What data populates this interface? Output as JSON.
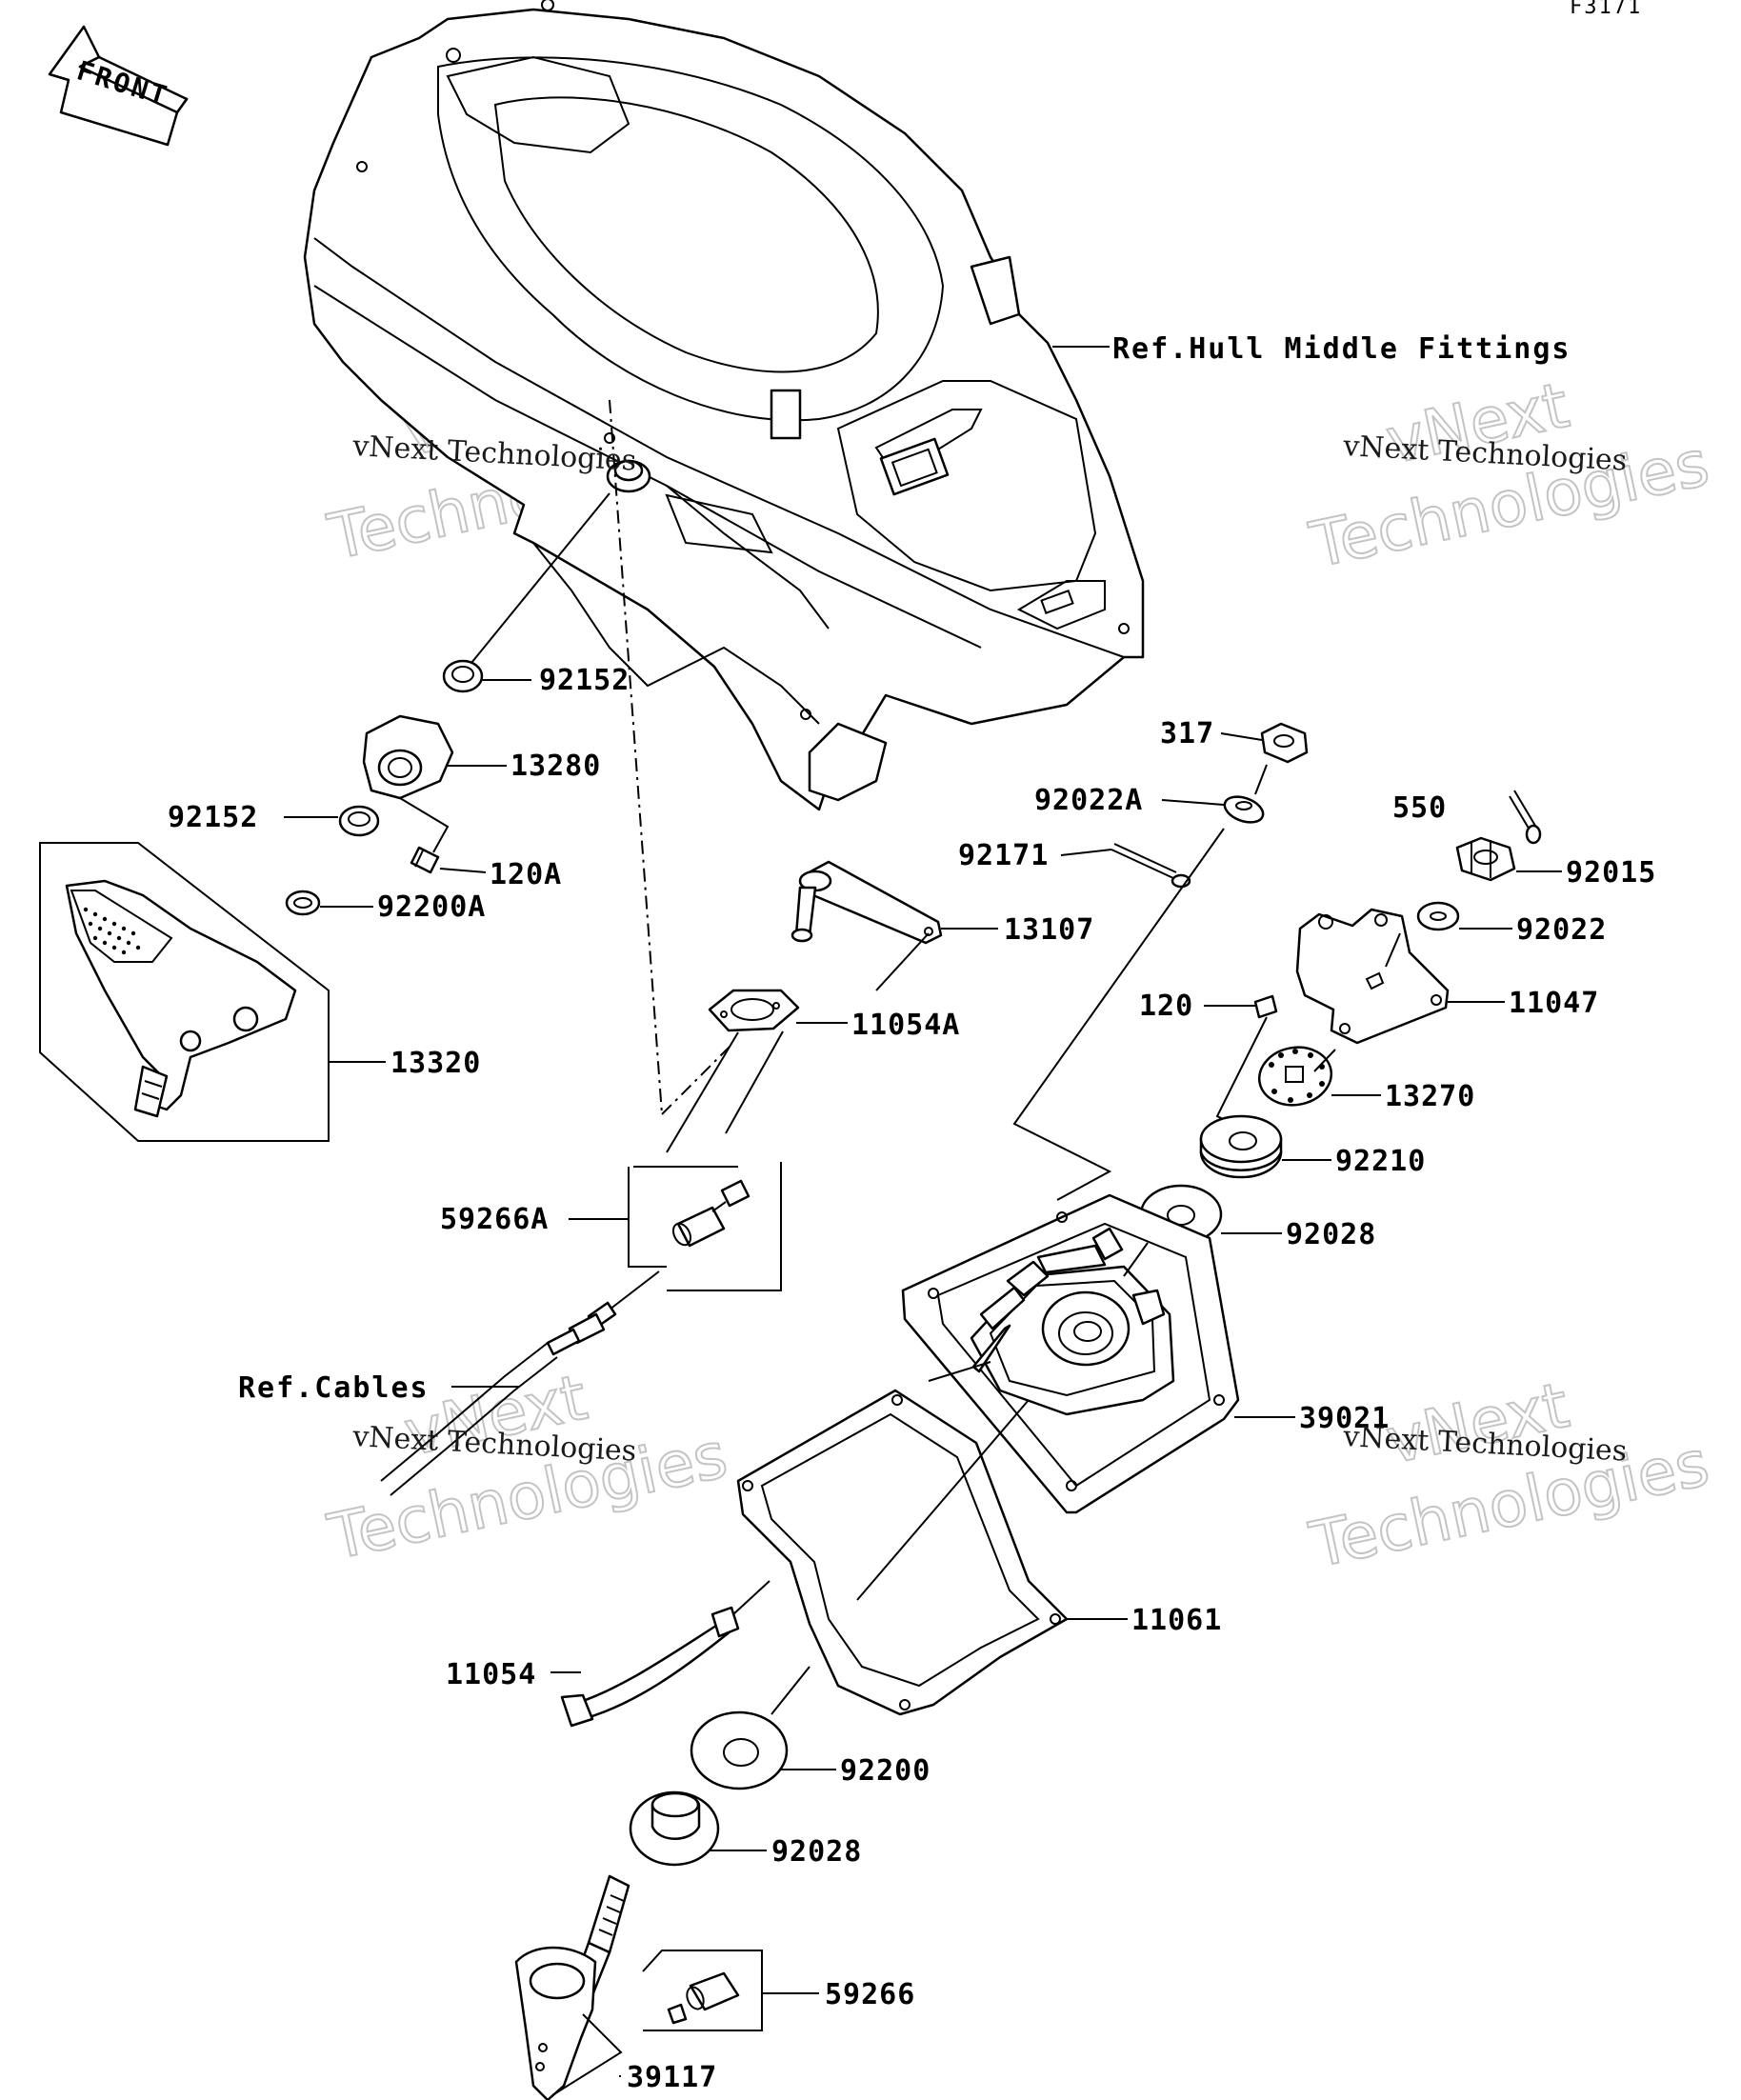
{
  "diagram_code": "F3171",
  "front_label": "FRONT",
  "references": {
    "hull": "Ref.Hull Middle Fittings",
    "cables": "Ref.Cables"
  },
  "callouts": {
    "p92152_top": "92152",
    "p13280": "13280",
    "p92152_left": "92152",
    "p120A": "120A",
    "p92200A": "92200A",
    "p13320": "13320",
    "p13107": "13107",
    "p11054A": "11054A",
    "p59266A": "59266A",
    "p317": "317",
    "p92022A": "92022A",
    "p92171": "92171",
    "p550": "550",
    "p92015": "92015",
    "p92022": "92022",
    "p11047": "11047",
    "p120": "120",
    "p13270": "13270",
    "p92210": "92210",
    "p92028_upper": "92028",
    "p39021": "39021",
    "p11061": "11061",
    "p11054": "11054",
    "p92200": "92200",
    "p92028_lower": "92028",
    "p59266": "59266",
    "p39117": "39117"
  },
  "watermark": {
    "small": "vNext Technologies",
    "big_line1": "vNext",
    "big_line2": "Technologies"
  }
}
